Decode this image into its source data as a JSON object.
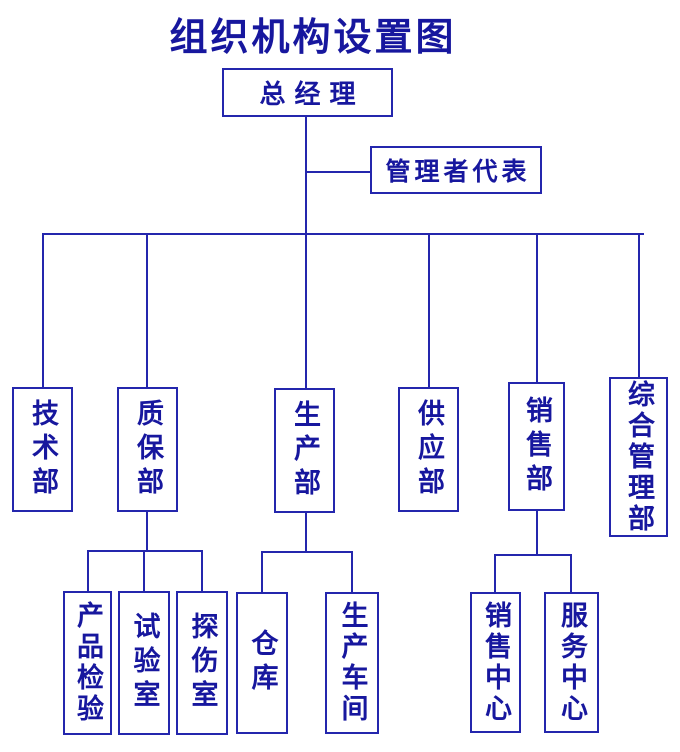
{
  "title": "组织机构设置图",
  "colors": {
    "line_blue": "#2426ad",
    "text_blue": "#17179e",
    "background": "#ffffff"
  },
  "chart": {
    "root": {
      "label": "总经理"
    },
    "staff": {
      "label": "管理者代表"
    },
    "departments": [
      {
        "label": "技术部"
      },
      {
        "label": "质保部"
      },
      {
        "label": "生产部"
      },
      {
        "label": "供应部"
      },
      {
        "label": "销售部"
      },
      {
        "label": "综合管理部"
      }
    ],
    "sub_units": {
      "quality": [
        {
          "label": "产品检验"
        },
        {
          "label": "试验室"
        },
        {
          "label": "探伤室"
        }
      ],
      "production": [
        {
          "label": "仓库"
        },
        {
          "label": "生产车间"
        }
      ],
      "sales": [
        {
          "label": "销售中心"
        },
        {
          "label": "服务中心"
        }
      ]
    }
  }
}
